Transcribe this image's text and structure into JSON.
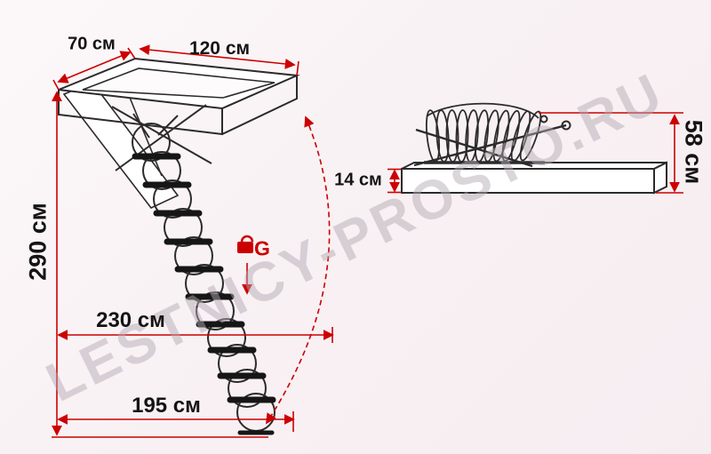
{
  "watermark": {
    "text": "LESTNICY-PROSTO.RU"
  },
  "colors": {
    "dimension_red": "#cc0000",
    "drawing_dark": "#2b2b2b",
    "background_pink": "#f8f0f3",
    "watermark_gray": "#b4aab4"
  },
  "left_view": {
    "dim_top_depth": "70 см",
    "dim_top_width": "120 см",
    "dim_height": "290 см",
    "dim_projection": "230 см",
    "dim_span": "195 см",
    "load_label": "G"
  },
  "right_view": {
    "dim_box_height": "14 см",
    "dim_folded_height": "58 см"
  }
}
